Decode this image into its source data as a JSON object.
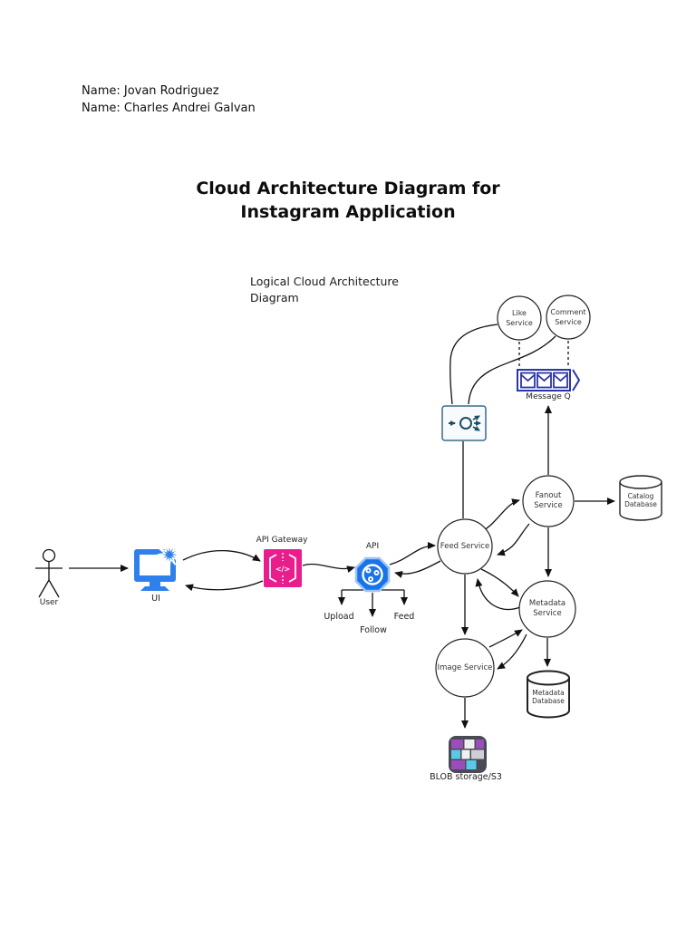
{
  "header": {
    "name_line1": "Name: Jovan Rodriguez",
    "name_line2": "Name: Charles Andrei Galvan"
  },
  "title": {
    "line1": "Cloud Architecture Diagram for",
    "line2": "Instagram Application"
  },
  "diagram": {
    "caption": "Logical Cloud Architecture Diagram",
    "nodes": {
      "user": "User",
      "ui": "UI",
      "api_gateway": "API Gateway",
      "api": "API",
      "upload": "Upload",
      "follow": "Follow",
      "feed": "Feed",
      "feed_service": "Feed Service",
      "fanout_service": "Fanout Service",
      "like_service": "Like Service",
      "comment_service": "Comment Service",
      "message_q": "Message Q",
      "catalog_database": "Catalog Database",
      "metadata_service": "Metadata Service",
      "metadata_database": "Metadata Database",
      "image_service": "Image Service",
      "blob_storage": "BLOB storage/S3"
    },
    "colors": {
      "ui_blue": "#2f80ed",
      "gateway_pink": "#e91e8c",
      "api_blue": "#1a73e8",
      "queue_navy": "#2c35a8",
      "fanout_teal": "#1d4f63",
      "fanout_box_border": "#3a6b85",
      "blob_dark": "#4a4a55",
      "blob_purple": "#9b4dbb",
      "blob_cyan": "#5bc8e8",
      "line_black": "#111111"
    }
  }
}
